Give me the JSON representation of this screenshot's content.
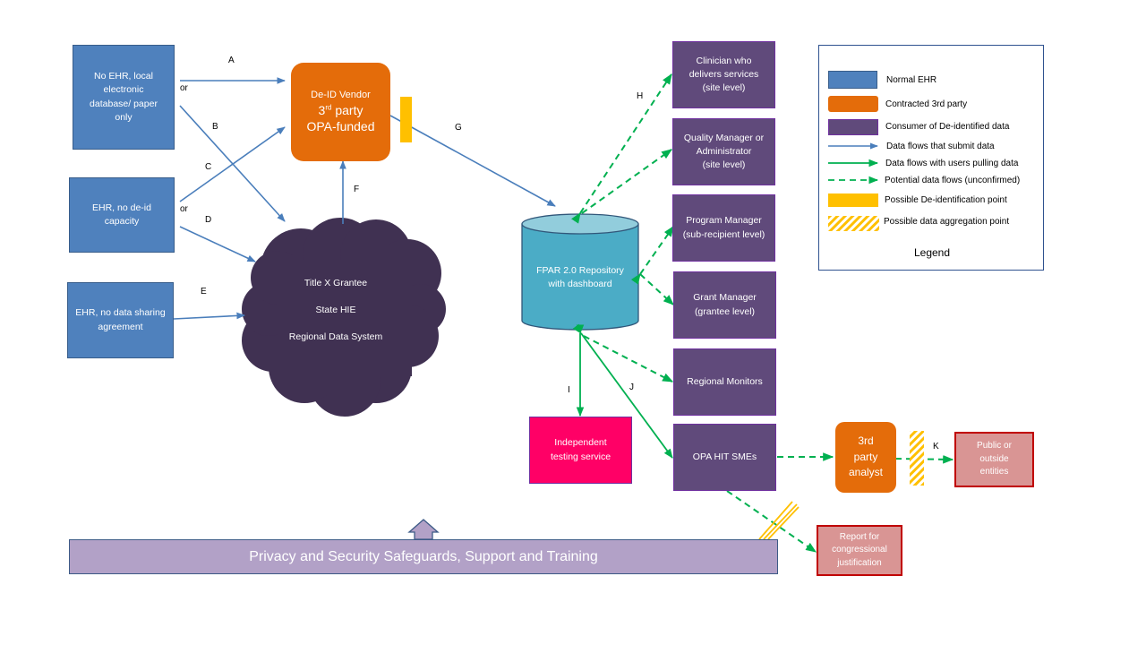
{
  "sources": [
    {
      "label": "No EHR, local\nelectronic\ndatabase/ paper\nonly"
    },
    {
      "label": "EHR, no de-id\ncapacity"
    },
    {
      "label": "EHR, no data sharing\nagreement"
    }
  ],
  "or_labels": [
    "or",
    "or"
  ],
  "vendor": {
    "line1": "De-ID Vendor",
    "line2_main": "3",
    "line2_sup": "rd",
    "line2_rest": " party",
    "line3": "OPA-funded"
  },
  "cloud": {
    "lines": [
      "Title X Grantee",
      "State HIE",
      "Regional Data System"
    ]
  },
  "repository": {
    "label": "FPAR 2.0 Repository\nwith dashboard"
  },
  "consumers": [
    {
      "label": "Clinician who\ndelivers services\n(site level)"
    },
    {
      "label": "Quality Manager or\nAdministrator\n(site level)"
    },
    {
      "label": "Program Manager\n(sub-recipient  level)"
    },
    {
      "label": "Grant Manager\n(grantee  level)"
    },
    {
      "label": "Regional Monitors"
    },
    {
      "label": "OPA HIT SMEs"
    }
  ],
  "testing": {
    "label": "Independent\ntesting service"
  },
  "analyst": {
    "label": "3rd\nparty\nanalyst"
  },
  "public": {
    "label": "Public or\noutside\nentities"
  },
  "report": {
    "label": "Report for\ncongressional\njustification"
  },
  "flow_labels": {
    "A": "A",
    "B": "B",
    "C": "C",
    "D": "D",
    "E": "E",
    "F": "F",
    "G": "G",
    "H": "H",
    "I": "I",
    "J": "J",
    "K": "K"
  },
  "safeguards": {
    "label": "Privacy and Security Safeguards, Support and Training"
  },
  "legend": {
    "title": "Legend",
    "items": [
      {
        "label": "Normal EHR",
        "kind": "ehr-swatch"
      },
      {
        "label": "Contracted 3rd party",
        "kind": "orange-swatch"
      },
      {
        "label": "Consumer of De-identified data",
        "kind": "consumer-swatch"
      },
      {
        "label": "Data flows that submit data",
        "kind": "blue-arrow"
      },
      {
        "label": "Data flows with users pulling data",
        "kind": "green-arrow"
      },
      {
        "label": "Potential data flows (unconfirmed)",
        "kind": "green-dashed-arrow"
      },
      {
        "label": "Possible De-identification point",
        "kind": "yellow-swatch"
      },
      {
        "label": "Possible data aggregation point",
        "kind": "hatched-swatch"
      }
    ]
  },
  "colors": {
    "ehr": "#4f81bd",
    "third_party": "#e46c0a",
    "consumer": "#604a7b",
    "cloud": "#403152",
    "repository": "#4bacc6",
    "blue_flow": "#4a7ebb",
    "green_flow": "#00b050",
    "deid_point": "#ffc000",
    "testing": "#ff0066",
    "report": "#d99594",
    "safeguards": "#b2a1c7"
  }
}
